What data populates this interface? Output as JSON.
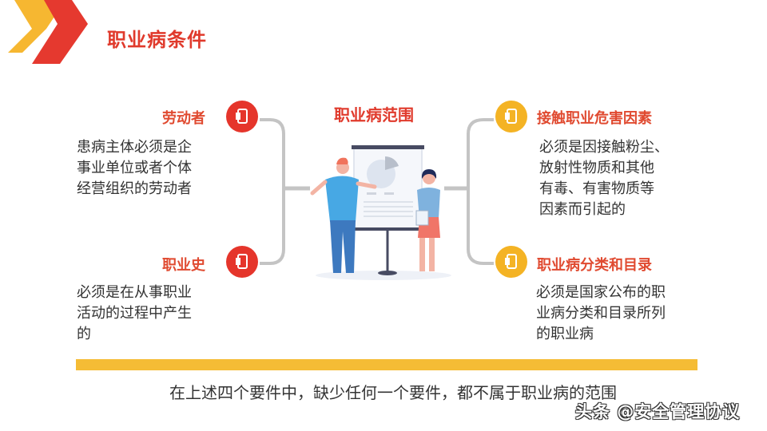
{
  "header": {
    "title": "职业病条件"
  },
  "center": {
    "title": "职业病范围",
    "illustration": "presentation-illustration"
  },
  "items": [
    {
      "heading": "劳动者",
      "description_lines": [
        "患病主体必须是企",
        "事业单位或者个体",
        "经营组织的劳动者"
      ],
      "icon": "tablet-icon",
      "color": "#e5352b"
    },
    {
      "heading": "职业史",
      "description_lines": [
        "必须是在从事职业",
        "活动的过程中产生",
        "的"
      ],
      "icon": "tablet-icon",
      "color": "#e5352b"
    },
    {
      "heading": "接触职业危害因素",
      "description_lines": [
        "必须是因接触粉尘、",
        "放射性物质和其他",
        "有毒、有害物质等",
        "因素而引起的"
      ],
      "icon": "tablet-icon",
      "color": "#f4b324"
    },
    {
      "heading": "职业病分类和目录",
      "description_lines": [
        "必须是国家公布的职",
        "业病分类和目录所列",
        "的职业病"
      ],
      "icon": "tablet-icon",
      "color": "#f4b324"
    }
  ],
  "footer": {
    "conclusion": "在上述四个要件中，缺少任何一个要件，都不属于职业病的范围",
    "watermark": "头条 @安全管理协议"
  },
  "colors": {
    "accent_red": "#e03a2c",
    "accent_yellow": "#f4b324",
    "bar_yellow": "#f5bc35",
    "connector_gray": "#c4c4c4",
    "text_dark": "#333333"
  }
}
